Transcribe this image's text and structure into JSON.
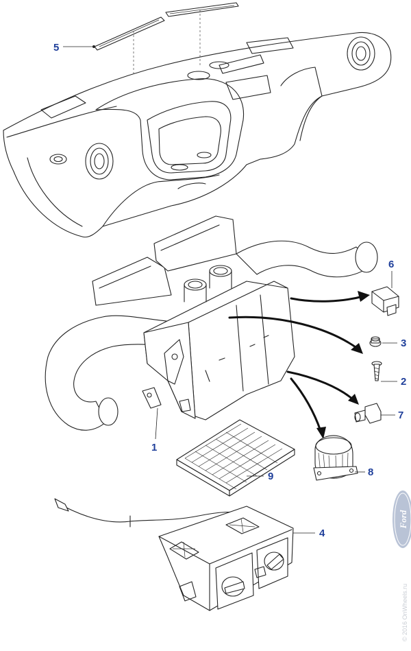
{
  "diagram": {
    "callouts": [
      {
        "id": "1",
        "label": "1"
      },
      {
        "id": "2",
        "label": "2"
      },
      {
        "id": "3",
        "label": "3"
      },
      {
        "id": "4",
        "label": "4"
      },
      {
        "id": "5",
        "label": "5"
      },
      {
        "id": "6",
        "label": "6"
      },
      {
        "id": "7",
        "label": "7"
      },
      {
        "id": "8",
        "label": "8"
      },
      {
        "id": "9",
        "label": "9"
      }
    ],
    "watermark": "© 2016 OnWheels.ru",
    "logo_text": "Ford",
    "colors": {
      "callout": "#1f3f9a",
      "line": "#222222",
      "logo": "#b9c3d6"
    }
  }
}
